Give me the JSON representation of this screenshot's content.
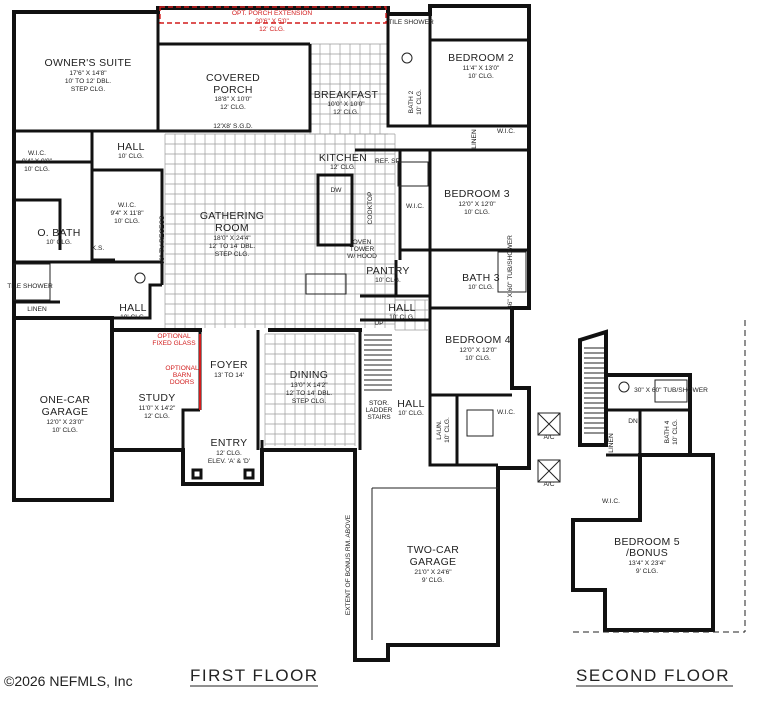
{
  "plan": {
    "opt_porch": {
      "title": "OPT. PORCH EXTENSION",
      "dims": "20'6\" X 5'0\"",
      "clg": "12' CLG."
    },
    "owners_suite": {
      "title": "OWNER'S SUITE",
      "dims": "17'6\" X 14'8\"",
      "clg1": "10' TO 12' DBL.",
      "clg2": "STEP CLG."
    },
    "covered_porch": {
      "title1": "COVERED",
      "title2": "PORCH",
      "dims": "18'8\" X 10'0\"",
      "clg": "12' CLG.",
      "door": "12'X8' S.G.D."
    },
    "breakfast": {
      "title": "BREAKFAST",
      "dims": "10'0\" X 10'0\"",
      "clg": "12' CLG."
    },
    "bedroom2": {
      "title": "BEDROOM 2",
      "dims": "11'4\" X 13'0\"",
      "clg": "10' CLG."
    },
    "tile_shower_top": "TILE SHOWER",
    "bath2": "BATH 2",
    "bath2_clg": "10' CLG.",
    "linen": "LINEN",
    "wic": "W.I.C.",
    "hall": "HALL",
    "hall_clg": "10' CLG.",
    "kitchen": {
      "title": "KITCHEN",
      "clg": "12' CLG."
    },
    "ref": "REF. SP.",
    "dw": "DW",
    "cooktop": "COOKTOP",
    "oven": {
      "l1": "OVEN",
      "l2": "TOWER",
      "l3": "W/ HOOD"
    },
    "gathering": {
      "title1": "GATHERING",
      "title2": "ROOM",
      "dims": "18'0\" X 24'4\"",
      "clg1": "12' TO 14' DBL.",
      "clg2": "STEP CLG."
    },
    "tv_niche": "60\" TV RECESS",
    "owner_wic": {
      "title": "W.I.C.",
      "dims": "9'4\" X 9'0\"",
      "clg": "10' CLG."
    },
    "owner_wic2": {
      "title": "W.I.C.",
      "dims": "9'4\" X 11'8\"",
      "clg": "10' CLG."
    },
    "obath": {
      "title": "O. BATH",
      "clg": "10' CLG."
    },
    "ks": "K.S.",
    "tile_shower": "TILE SHOWER",
    "bedroom3": {
      "title": "BEDROOM 3",
      "dims": "12'0\" X 12'0\"",
      "clg": "10' CLG."
    },
    "pantry": {
      "title": "PANTRY",
      "clg": "10' CLG."
    },
    "bath3": {
      "title": "BATH 3",
      "clg": "10' CLG."
    },
    "bath3_tub": "36\" X 60\" TUB/SHOWER",
    "one_car": {
      "title1": "ONE-CAR",
      "title2": "GARAGE",
      "dims": "12'0\" X 23'0\"",
      "clg": "10' CLG."
    },
    "hall_left": {
      "title": "HALL",
      "clg": "10' CLG."
    },
    "hall_right": {
      "title": "HALL",
      "clg": "10' CLG."
    },
    "bedroom4": {
      "title": "BEDROOM 4",
      "dims": "12'0\" X 12'0\"",
      "clg": "10' CLG."
    },
    "opt_glass": {
      "l1": "OPTIONAL",
      "l2": "FIXED GLASS"
    },
    "opt_barn": {
      "l1": "OPTIONAL",
      "l2": "BARN",
      "l3": "DOORS"
    },
    "study": {
      "title": "STUDY",
      "dims": "11'0\" X 14'2\"",
      "clg": "12' CLG."
    },
    "foyer": {
      "title": "FOYER",
      "clg": "13' TO 14'"
    },
    "dining": {
      "title": "DINING",
      "dims": "13'0\" X 14'2\"",
      "clg1": "12' TO 14' DBL.",
      "clg2": "STEP CLG."
    },
    "up": "UP",
    "stor": {
      "l1": "STOR.",
      "l2": "LADDER",
      "l3": "STAIRS"
    },
    "hall_lower": {
      "title": "HALL",
      "clg": "10' CLG."
    },
    "lau": {
      "title": "LAUN.",
      "clg": "10' CLG."
    },
    "ac": "A/C",
    "entry": {
      "title": "ENTRY",
      "clg": "12' CLG.",
      "elev": "ELEV. 'A' & 'D'"
    },
    "two_car": {
      "title1": "TWO-CAR",
      "title2": "GARAGE",
      "dims": "21'0\" X 24'6\"",
      "clg": "9' CLG."
    },
    "extent": "EXTENT OF BONUS RM. ABOVE",
    "dn": "DN",
    "bath4": "BATH 4",
    "bath4_tub": "30\" X 60\" TUB/SHOWER",
    "bedroom5": {
      "title1": "BEDROOM 5",
      "title2": "/BONUS",
      "dims": "13'4\" X 23'4\"",
      "clg": "9' CLG."
    }
  },
  "footer": {
    "copyright": "©2026 NEFMLS, Inc",
    "first_floor": "FIRST FLOOR",
    "second_floor": "SECOND FLOOR"
  },
  "colors": {
    "wall": "#111111",
    "annotation_red": "#d21c1c",
    "tile_grid": "#9a9a9a"
  }
}
